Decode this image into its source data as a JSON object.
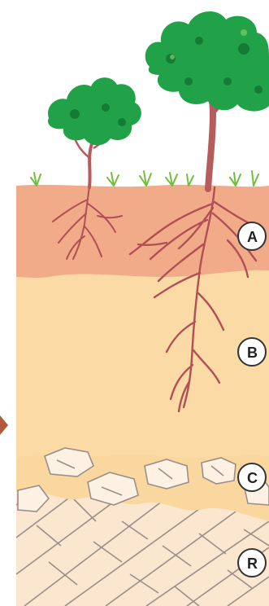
{
  "horizons": [
    {
      "label": "A",
      "color": "#f2ab88"
    },
    {
      "label": "B",
      "color": "#fbdaa6"
    },
    {
      "label": "C",
      "color": "#fbd7a0"
    },
    {
      "label": "R",
      "color": "#fbe6cf"
    }
  ],
  "colors": {
    "foliage": "#21a148",
    "foliage_dark": "#167a35",
    "trunk": "#b55c5c",
    "root": "#b04f55",
    "grass": "#6fbf3a",
    "rock_fill": "#fdf1e4",
    "rock_line": "#9a8f88",
    "side_arrow": "#b05a3e"
  }
}
